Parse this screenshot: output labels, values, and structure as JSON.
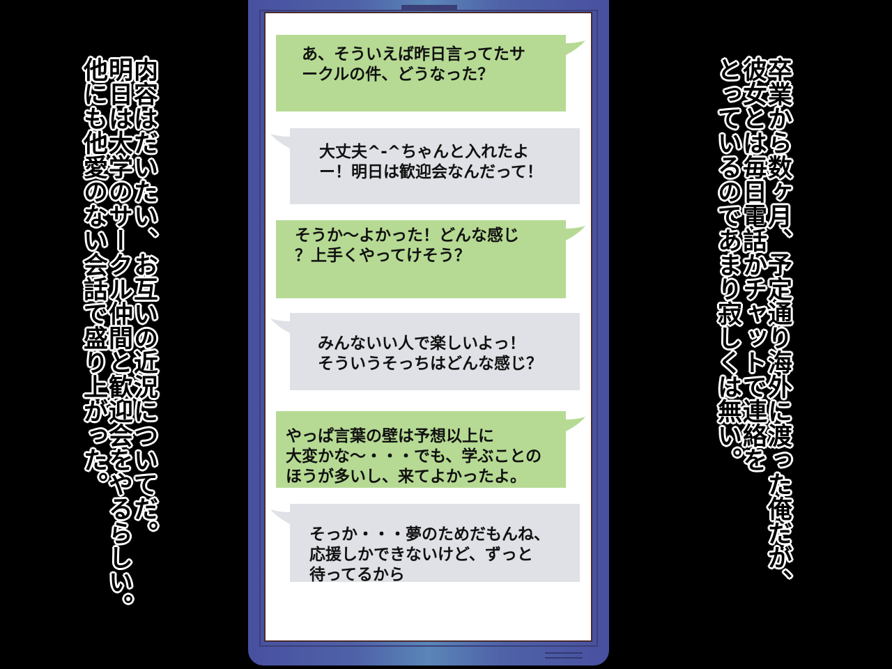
{
  "narration_left": {
    "columns": [
      "内容はだいたい、お互いの近況についてだ。",
      "明日は大学のサークル仲間と歓迎会をやるらしい。",
      "他にも他愛のない会話で盛り上がった。"
    ]
  },
  "narration_right": {
    "columns": [
      "卒業から数ヶ月、予定通り海外に渡った俺だが、",
      "彼女とは毎日電話かチャットで連絡を",
      "とっているのであまり寂しくは無い。"
    ]
  },
  "chat": {
    "messages": [
      {
        "side": "sent",
        "lines": [
          "あ、そういえば昨日言ってたサ",
          "ークルの件、どうなった？"
        ]
      },
      {
        "side": "received",
        "lines": [
          "大丈夫^-^ちゃんと入れたよ",
          "ー！明日は歓迎会なんだって！"
        ]
      },
      {
        "side": "sent",
        "lines": [
          "そうか〜よかった！どんな感じ",
          "？上手くやってけそう？"
        ]
      },
      {
        "side": "received",
        "lines": [
          "みんないい人で楽しいよっ！",
          "そういうそっちはどんな感じ？"
        ]
      },
      {
        "side": "sent",
        "lines": [
          "やっぱ言葉の壁は予想以上に",
          "大変かな〜・・・でも、学ぶことの",
          "ほうが多いし、来てよかったよ。"
        ]
      },
      {
        "side": "received",
        "lines": [
          "そっか・・・夢のためだもんね、",
          "応援しかできないけど、ずっと",
          "待ってるから"
        ]
      }
    ]
  },
  "colors": {
    "sent": "#b6da93",
    "received": "#dfe1e6",
    "phone_frame": "#4a55a0"
  }
}
